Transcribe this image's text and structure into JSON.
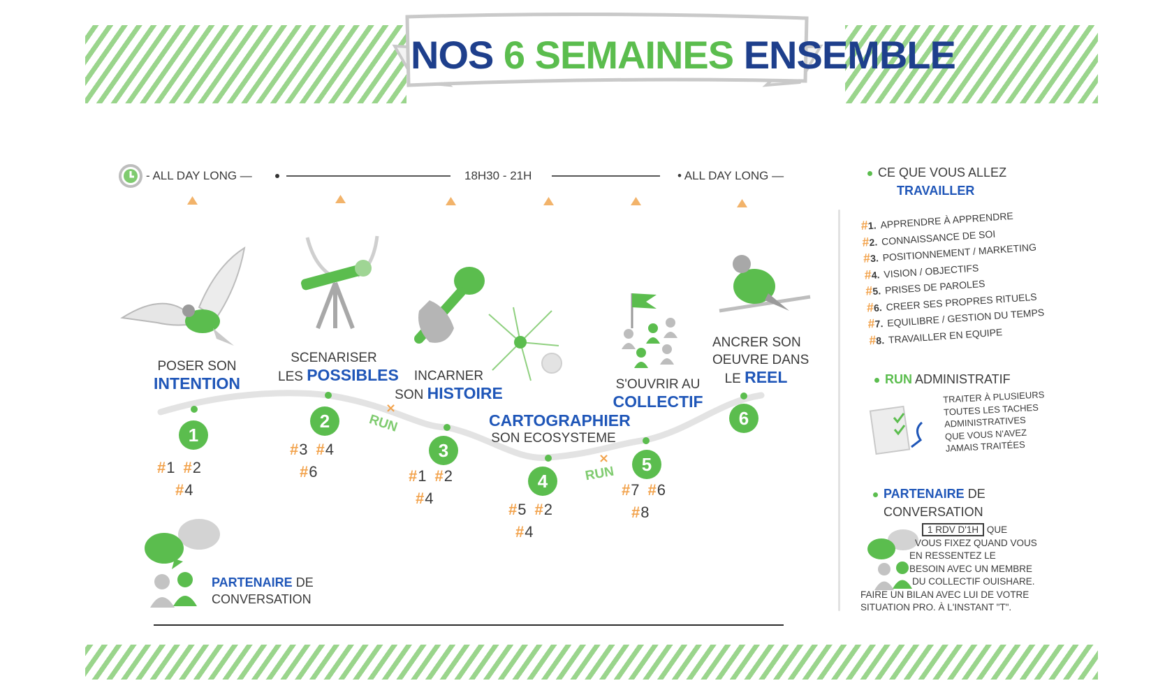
{
  "title": {
    "part1": "NOS",
    "part2": "6 SEMAINES",
    "part3": "ENSEMBLE"
  },
  "timebar": {
    "start": "- ALL DAY LONG —",
    "middle": "18H30 - 21H",
    "end": "• ALL DAY LONG —"
  },
  "steps": [
    {
      "num": "1",
      "line1": "POSER SON",
      "line2": "INTENTION",
      "tags_row1": [
        "1",
        "2"
      ],
      "tags_row2": [
        "4"
      ]
    },
    {
      "num": "2",
      "line1": "SCENARISER",
      "line2_pre": "LES",
      "line2": "POSSIBLES",
      "tags_row1": [
        "3",
        "4"
      ],
      "tags_row2": [
        "6"
      ]
    },
    {
      "num": "3",
      "line1": "INCARNER",
      "line2_pre": "SON",
      "line2": "HISTOIRE",
      "tags_row1": [
        "1",
        "2"
      ],
      "tags_row2": [
        "4"
      ]
    },
    {
      "num": "4",
      "line1": "CARTOGRAPHIER",
      "line2": "SON ECOSYSTEME",
      "tags_row1": [
        "5",
        "2"
      ],
      "tags_row2": [
        "4"
      ]
    },
    {
      "num": "5",
      "line1": "S'OUVRIR AU",
      "line2": "COLLECTIF",
      "tags_row1": [
        "7",
        "6"
      ],
      "tags_row2": [
        "8"
      ]
    },
    {
      "num": "6",
      "line1": "ANCRER SON",
      "line1b": "OEUVRE DANS",
      "line2_pre": "LE",
      "line2": "REEL"
    }
  ],
  "run_label": "RUN",
  "bottom_partner": {
    "bold": "PARTENAIRE",
    "rest": "DE",
    "line2": "CONVERSATION"
  },
  "side": {
    "work_heading": {
      "line1": "CE QUE VOUS ALLEZ",
      "line2": "TRAVAILLER"
    },
    "themes": [
      {
        "n": "1.",
        "label": "APPRENDRE À APPRENDRE"
      },
      {
        "n": "2.",
        "label": "CONNAISSANCE DE SOI"
      },
      {
        "n": "3.",
        "label": "POSITIONNEMENT / MARKETING"
      },
      {
        "n": "4.",
        "label": "VISION / OBJECTIFS"
      },
      {
        "n": "5.",
        "label": "PRISES DE PAROLES"
      },
      {
        "n": "6.",
        "label": "CREER SES PROPRES RITUELS"
      },
      {
        "n": "7.",
        "label": "EQUILIBRE / GESTION DU TEMPS"
      },
      {
        "n": "8.",
        "label": "TRAVAILLER EN EQUIPE"
      }
    ],
    "run_heading": {
      "bold": "RUN",
      "rest": "ADMINISTRATIF"
    },
    "run_desc": [
      "TRAITER À PLUSIEURS",
      "TOUTES LES TACHES",
      "ADMINISTRATIVES",
      "QUE VOUS N'AVEZ",
      "JAMAIS TRAITÉES"
    ],
    "partner_heading": {
      "bold": "PARTENAIRE",
      "rest": "DE",
      "line2": "CONVERSATION"
    },
    "partner_desc": {
      "box": "1 RDV D'1H",
      "after_box": "QUE",
      "lines": [
        "VOUS FIXEZ QUAND VOUS",
        "EN RESSENTEZ LE",
        "BESOIN AVEC UN MEMBRE",
        "DU COLLECTIF OUISHARE."
      ],
      "lines2": [
        "FAIRE UN BILAN AVEC LUI DE VOTRE",
        "SITUATION PRO. À L'INSTANT \"T\"."
      ]
    }
  }
}
